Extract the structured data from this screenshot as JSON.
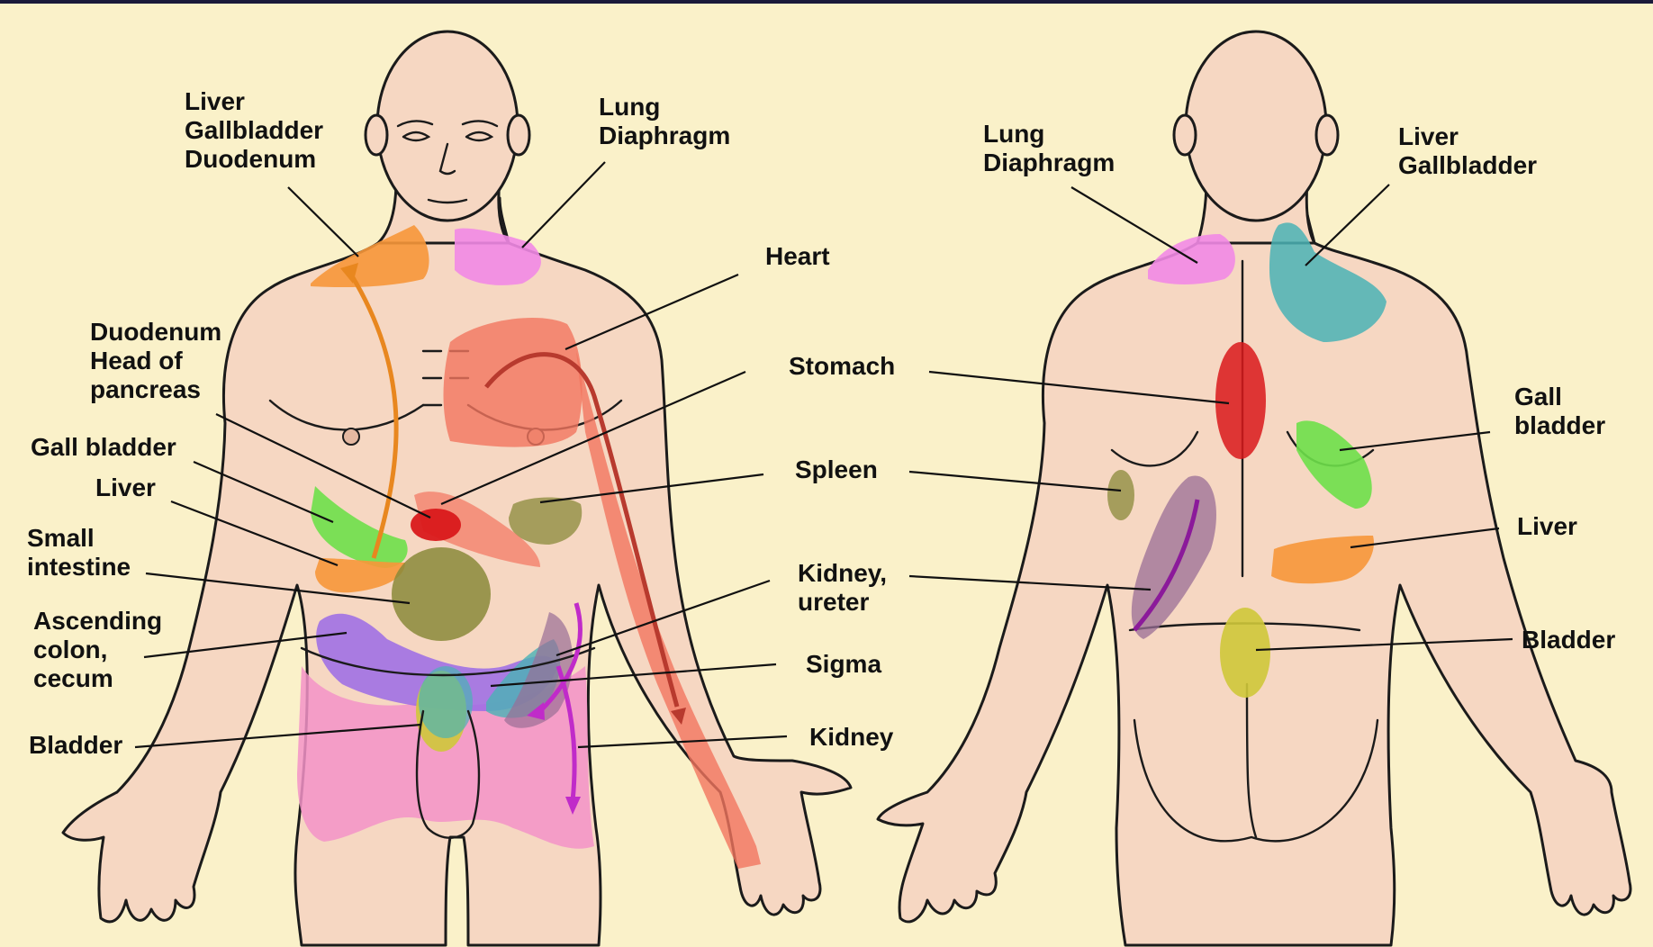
{
  "colors": {
    "background": "#faf1c9",
    "skin": "#f6d7c2",
    "outline": "#1b1b1b",
    "orange_zone": "#f7973a",
    "pink_zone": "#f28ae6",
    "heart_zone": "#f3755f",
    "red_zone": "#d9191b",
    "olive_zone": "#8a8a3a",
    "green_zone": "#6ee04a",
    "purple_zone": "#9b6be6",
    "teal_zone": "#4ab3b5",
    "yellow_zone": "#cfc83a",
    "lower_pink_zone": "#f393c8",
    "kidney_zone": "#9a6d96"
  },
  "front_labels": {
    "liver_gb_duodenum": [
      "Liver",
      "Gallbladder",
      "Duodenum"
    ],
    "lung_diaphragm": [
      "Lung",
      "Diaphragm"
    ],
    "heart": [
      "Heart"
    ],
    "duodenum_pancreas": [
      "Duodenum",
      "Head of",
      "pancreas"
    ],
    "stomach": [
      "Stomach"
    ],
    "gall_bladder": [
      "Gall bladder"
    ],
    "liver": [
      "Liver"
    ],
    "spleen": [
      "Spleen"
    ],
    "small_intestine": [
      "Small",
      "intestine"
    ],
    "kidney_ureter": [
      "Kidney,",
      "ureter"
    ],
    "ascending_colon": [
      "Ascending",
      "colon,",
      "cecum"
    ],
    "sigma": [
      "Sigma"
    ],
    "bladder": [
      "Bladder"
    ],
    "kidney": [
      "Kidney"
    ]
  },
  "back_labels": {
    "lung_diaphragm": [
      "Lung",
      "Diaphragm"
    ],
    "liver_gb": [
      "Liver",
      "Gallbladder"
    ],
    "gall_bladder": [
      "Gall",
      "bladder"
    ],
    "liver": [
      "Liver"
    ],
    "bladder": [
      "Bladder"
    ]
  }
}
